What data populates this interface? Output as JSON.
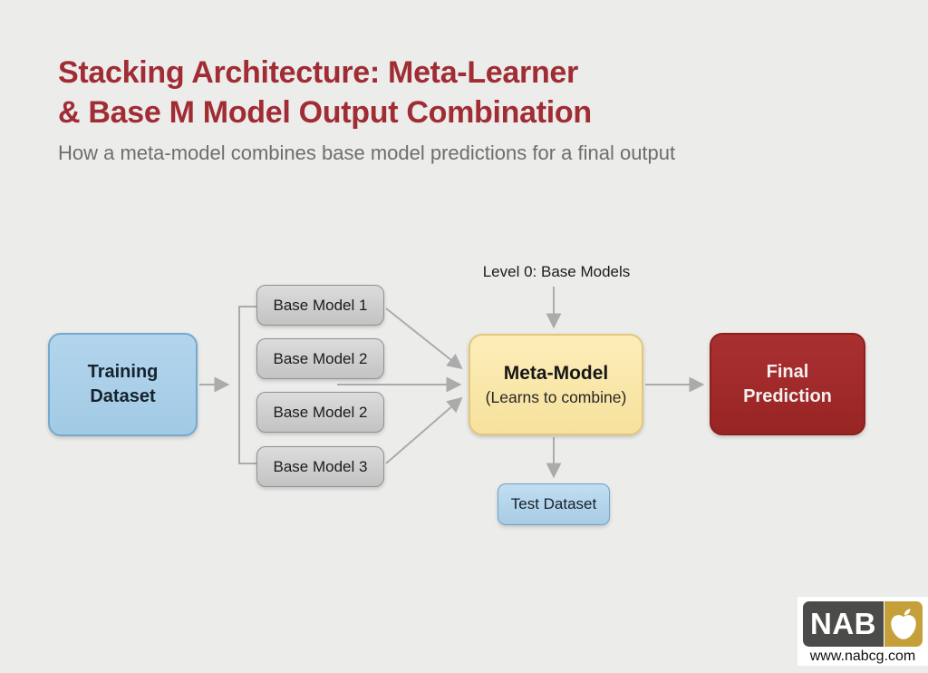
{
  "page": {
    "title_line1": "Stacking Architecture: Meta-Learner",
    "title_line2": "& Base M Model Output Combination",
    "subtitle": "How a meta-model combines base model predictions for a final output"
  },
  "diagram": {
    "training_box": {
      "label_line1": "Training",
      "label_line2": "Dataset"
    },
    "base_models": [
      {
        "label": "Base Model 1"
      },
      {
        "label": "Base Model 2"
      },
      {
        "label": "Base Model 2"
      },
      {
        "label": "Base Model 3"
      }
    ],
    "level0_label": "Level 0: Base Models",
    "meta_box": {
      "title": "Meta-Model",
      "subtitle": "(Learns to combine)"
    },
    "final_box": {
      "label_line1": "Final",
      "label_line2": "Prediction"
    },
    "test_box": {
      "label": "Test Dataset"
    }
  },
  "logo": {
    "name": "NAB",
    "url": "www.nabcg.com",
    "apple_icon": "apple-icon"
  },
  "colors": {
    "background": "#ececea",
    "title_red": "#a02c34",
    "subtitle_gray": "#6e6e6e",
    "dataset_blue_fill": "#aacfe8",
    "dataset_blue_border": "#74a9ce",
    "base_gray_fill": "#cfcfcf",
    "base_gray_border": "#919191",
    "meta_yellow_fill": "#f9e6a6",
    "meta_yellow_border": "#e0c77d",
    "final_red_fill": "#a32b2b",
    "arrow_gray": "#ababab",
    "logo_dark": "#4b4b49",
    "logo_gold": "#c5a03a"
  }
}
